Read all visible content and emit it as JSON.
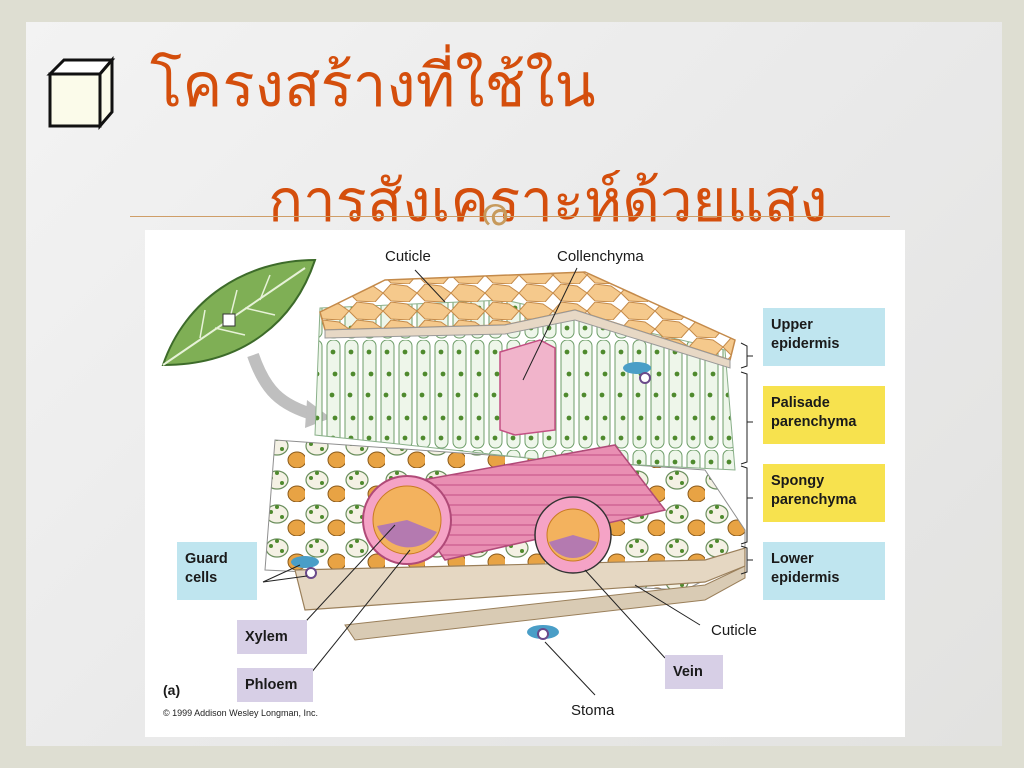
{
  "title": {
    "line1": "โครงสร้างที่ใช้ใน",
    "line2": "การสังเคราะห์ด้วยแสง",
    "flourish": "ര"
  },
  "figure": {
    "panel_tag": "(a)",
    "copyright": "© 1999 Addison Wesley Longman, Inc.",
    "labels": {
      "cuticle_top": "Cuticle",
      "collenchyma": "Collenchyma",
      "cuticle_bottom": "Cuticle",
      "stoma": "Stoma",
      "vein": "Vein",
      "xylem": "Xylem",
      "phloem": "Phloem",
      "guard_cells_1": "Guard",
      "guard_cells_2": "cells"
    },
    "layers": {
      "upper_epidermis_1": "Upper",
      "upper_epidermis_2": "epidermis",
      "palisade_1": "Palisade",
      "palisade_2": "parenchyma",
      "spongy_1": "Spongy",
      "spongy_2": "parenchyma",
      "lower_epidermis_1": "Lower",
      "lower_epidermis_2": "epidermis"
    }
  },
  "colors": {
    "title": "#d44e0c",
    "accent_line": "#cf9e68",
    "upper_box": "#bfe5ef",
    "palisade_box": "#f7e24e",
    "tissue_box": "#d7cfe6"
  }
}
